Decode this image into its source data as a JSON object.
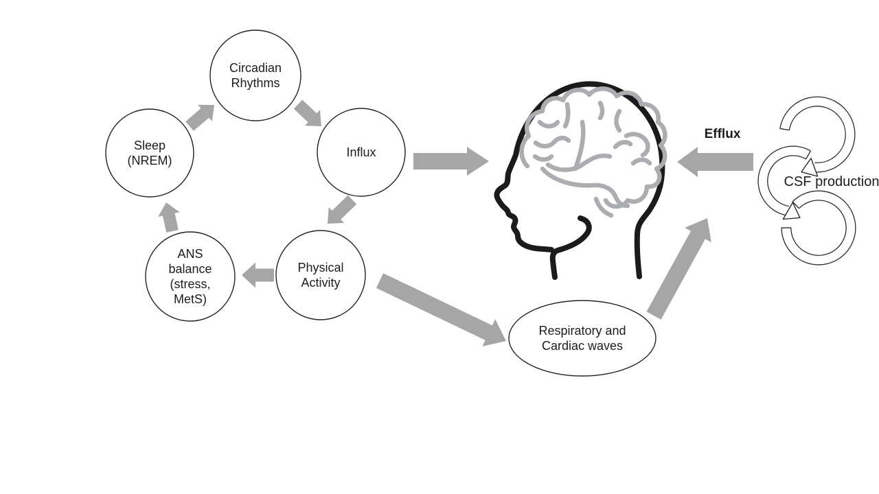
{
  "diagram": {
    "type": "flow-diagram",
    "cycle_nodes": {
      "circadian": {
        "lines": [
          "Circadian",
          "Rhythms"
        ]
      },
      "sleep": {
        "lines": [
          "Sleep",
          "(NREM)"
        ]
      },
      "influx": {
        "lines": [
          "Influx"
        ]
      },
      "ans": {
        "lines": [
          "ANS",
          "balance",
          "(stress,",
          "MetS)"
        ]
      },
      "physical": {
        "lines": [
          "Physical",
          "Activity"
        ]
      }
    },
    "other_nodes": {
      "respiratory": {
        "lines": [
          "Respiratory and",
          "Cardiac waves"
        ]
      },
      "efflux_label": "Efflux",
      "csf_label": "CSF production"
    },
    "colors": {
      "arrow_gray": "#a6a6a6",
      "head_outline": "#1b1b1b",
      "brain_gray": "#abadb0",
      "shape_stroke": "#222222",
      "shape_fill": "#ffffff",
      "text": "#1c1c1c"
    },
    "icons": {
      "head": "head-profile-icon",
      "brain": "brain-icon",
      "csf_cycle": "cycle-arrows-icon"
    }
  }
}
